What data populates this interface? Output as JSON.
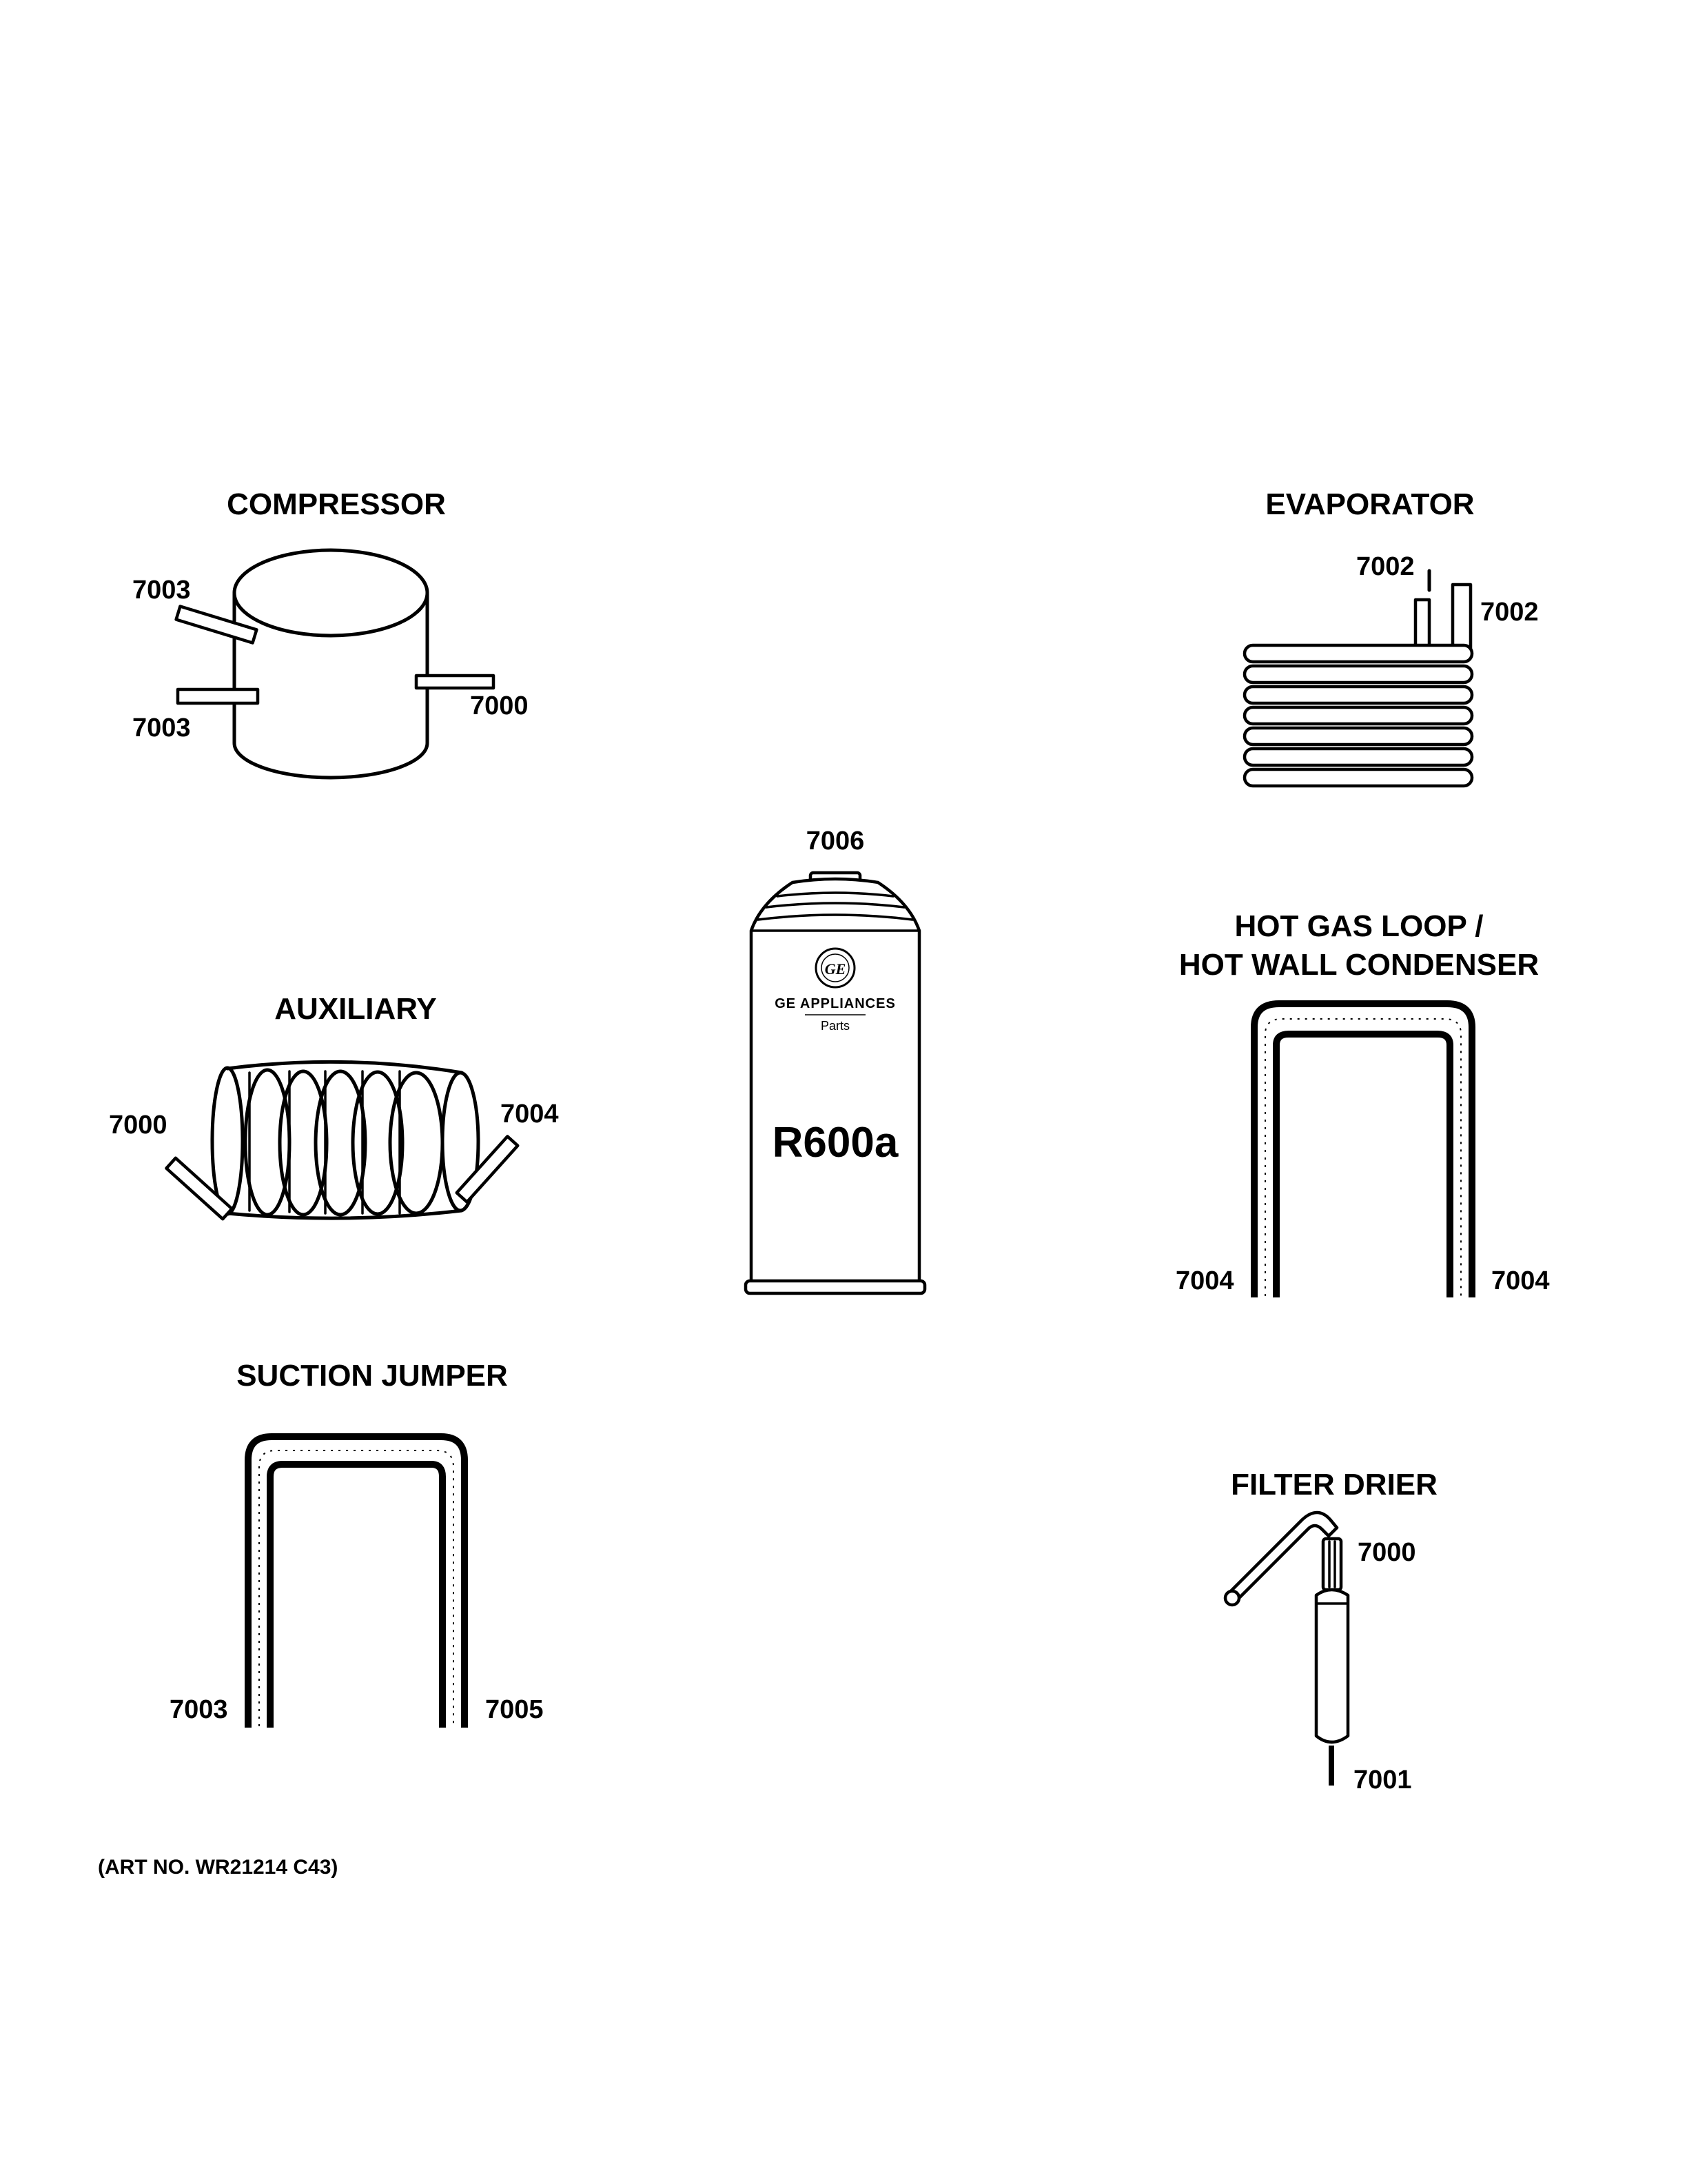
{
  "diagram": {
    "compressor": {
      "title": "COMPRESSOR",
      "labels": [
        "7003",
        "7003",
        "7000"
      ]
    },
    "evaporator": {
      "title": "EVAPORATOR",
      "labels": [
        "7002",
        "7002"
      ]
    },
    "refrigerant": {
      "label": "7006",
      "brand": "GE APPLIANCES",
      "brand_sub": "Parts",
      "logo": "GE",
      "gas": "R600a"
    },
    "auxiliary": {
      "title": "AUXILIARY",
      "labels": [
        "7000",
        "7004"
      ]
    },
    "hot_gas_loop": {
      "title_line1": "HOT GAS LOOP /",
      "title_line2": "HOT WALL CONDENSER",
      "labels": [
        "7004",
        "7004"
      ]
    },
    "suction_jumper": {
      "title": "SUCTION JUMPER",
      "labels": [
        "7003",
        "7005"
      ]
    },
    "filter_drier": {
      "title": "FILTER DRIER",
      "labels": [
        "7000",
        "7001"
      ]
    },
    "art_number": "(ART NO. WR21214 C43)"
  }
}
